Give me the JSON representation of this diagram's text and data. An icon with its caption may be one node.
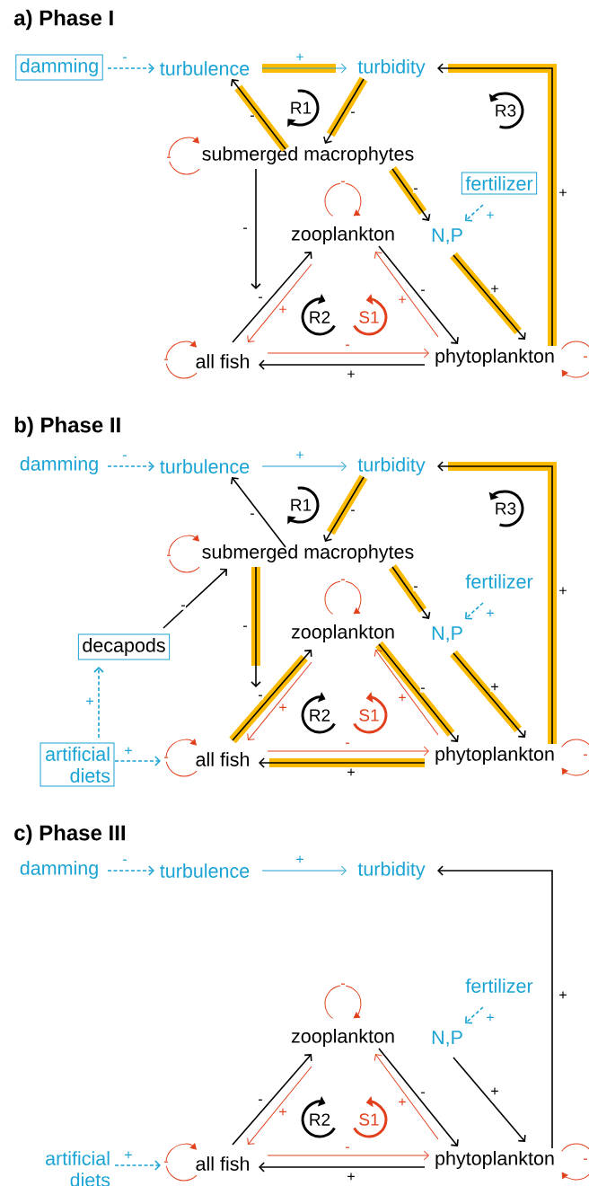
{
  "diagram": {
    "nodes": [
      {
        "text": [
          "damming"
        ]
      },
      {
        "text": [
          "turbulence"
        ]
      },
      {
        "text": [
          "turbidity"
        ]
      },
      {
        "text": [
          "submerged macrophytes"
        ]
      },
      {
        "text": [
          "fertilizer"
        ]
      },
      {
        "text": [
          "zooplankton"
        ]
      },
      {
        "text": [
          "N,P"
        ]
      },
      {
        "text": [
          "all fish"
        ]
      },
      {
        "text": [
          "phytoplankton"
        ]
      },
      {
        "text": [
          "damming"
        ]
      },
      {
        "text": [
          "turbulence"
        ]
      },
      {
        "text": [
          "turbidity"
        ]
      },
      {
        "text": [
          "submerged macrophytes"
        ]
      },
      {
        "text": [
          "fertilizer"
        ]
      },
      {
        "text": [
          "decapods"
        ]
      },
      {
        "text": [
          "zooplankton"
        ]
      },
      {
        "text": [
          "N,P"
        ]
      },
      {
        "text": [
          "artificial diets"
        ]
      },
      {
        "text": [
          "all fish"
        ]
      },
      {
        "text": [
          "phytoplankton"
        ]
      },
      {
        "text": [
          "damming"
        ]
      },
      {
        "text": [
          "turbulence"
        ]
      },
      {
        "text": [
          "turbidity"
        ]
      },
      {
        "text": [
          "fertilizer"
        ]
      },
      {
        "text": [
          "zooplankton"
        ]
      },
      {
        "text": [
          "N,P"
        ]
      },
      {
        "text": [
          "artificial diets"
        ]
      },
      {
        "text": [
          "all fish"
        ]
      },
      {
        "text": [
          "phytoplankton"
        ]
      }
    ],
    "edges": [
      {
        "from": 0,
        "to": 1,
        "arrow": "to",
        "label": "-",
        "style": "dashed",
        "color": "#1aa3d4"
      },
      {
        "from": 1,
        "to": 2,
        "arrow": "to",
        "label": "+",
        "color": "#1aa3d4"
      },
      {
        "from": 3,
        "to": 1,
        "arrow": "to",
        "label": "-"
      },
      {
        "from": 2,
        "to": 3,
        "arrow": "to",
        "label": "-"
      },
      {
        "from": 3,
        "to": null,
        "arrow": "to",
        "label": "-"
      },
      {
        "from": 3,
        "to": 6,
        "arrow": "to",
        "label": "-"
      },
      {
        "from": 4,
        "to": 6,
        "arrow": "to",
        "label": "+",
        "style": "dashed",
        "color": "#1aa3d4"
      },
      {
        "from": 6,
        "to": 8,
        "arrow": "to",
        "label": "+"
      },
      {
        "from": 8,
        "to": 2,
        "arrow": "to",
        "label": "+"
      },
      {
        "from": 7,
        "to": 5,
        "arrow": "to",
        "label": "-"
      },
      {
        "from": 5,
        "to": 7,
        "arrow": "to",
        "label": "+",
        "color": "#e2401c"
      },
      {
        "from": 5,
        "to": 8,
        "arrow": "to",
        "label": "-"
      },
      {
        "from": 8,
        "to": 5,
        "arrow": "to",
        "label": "+",
        "color": "#e2401c"
      },
      {
        "from": 7,
        "to": 8,
        "arrow": "to",
        "label": "-",
        "color": "#e2401c"
      },
      {
        "from": 8,
        "to": 7,
        "arrow": "to",
        "label": "+"
      },
      {
        "from": 3,
        "to": 3,
        "arrow": "to",
        "label": "-",
        "color": "#e2401c"
      },
      {
        "from": 5,
        "to": 5,
        "arrow": "to",
        "label": "-",
        "color": "#e2401c"
      },
      {
        "from": 7,
        "to": 7,
        "arrow": "to",
        "label": "-",
        "color": "#e2401c"
      },
      {
        "from": 8,
        "to": 8,
        "arrow": "to",
        "label": "-",
        "color": "#e2401c"
      },
      {
        "from": 9,
        "to": 10,
        "arrow": "to",
        "label": "-",
        "style": "dashed",
        "color": "#1aa3d4"
      },
      {
        "from": 10,
        "to": 11,
        "arrow": "to",
        "label": "+",
        "color": "#1aa3d4"
      },
      {
        "from": 12,
        "to": 10,
        "arrow": "to",
        "label": "-"
      },
      {
        "from": 11,
        "to": 12,
        "arrow": "to",
        "label": "-"
      },
      {
        "from": 12,
        "to": null,
        "arrow": "to",
        "label": "-"
      },
      {
        "from": 12,
        "to": 16,
        "arrow": "to",
        "label": "-"
      },
      {
        "from": 13,
        "to": 16,
        "arrow": "to",
        "label": "+",
        "style": "dashed",
        "color": "#1aa3d4"
      },
      {
        "from": 16,
        "to": 19,
        "arrow": "to",
        "label": "+"
      },
      {
        "from": 19,
        "to": 11,
        "arrow": "to",
        "label": "+"
      },
      {
        "from": 18,
        "to": 15,
        "arrow": "to",
        "label": "-"
      },
      {
        "from": 15,
        "to": 18,
        "arrow": "to",
        "label": "+",
        "color": "#e2401c"
      },
      {
        "from": 15,
        "to": 19,
        "arrow": "to",
        "label": "-"
      },
      {
        "from": 19,
        "to": 15,
        "arrow": "to",
        "label": "+",
        "color": "#e2401c"
      },
      {
        "from": 18,
        "to": 19,
        "arrow": "to",
        "label": "-",
        "color": "#e2401c"
      },
      {
        "from": 19,
        "to": 18,
        "arrow": "to",
        "label": "+"
      },
      {
        "from": 14,
        "to": 12,
        "arrow": "to",
        "label": "-"
      },
      {
        "from": 17,
        "to": 14,
        "arrow": "to",
        "label": "+",
        "style": "dashed",
        "color": "#1aa3d4"
      },
      {
        "from": 17,
        "to": 18,
        "arrow": "to",
        "label": "+",
        "style": "dashed",
        "color": "#1aa3d4"
      },
      {
        "from": 12,
        "to": 12,
        "arrow": "to",
        "label": "-",
        "color": "#e2401c"
      },
      {
        "from": 15,
        "to": 15,
        "arrow": "to",
        "label": "-",
        "color": "#e2401c"
      },
      {
        "from": 18,
        "to": 18,
        "arrow": "to",
        "label": "-",
        "color": "#e2401c"
      },
      {
        "from": 19,
        "to": 19,
        "arrow": "to",
        "label": "-",
        "color": "#e2401c"
      },
      {
        "from": 20,
        "to": 21,
        "arrow": "to",
        "label": "-",
        "style": "dashed",
        "color": "#1aa3d4"
      },
      {
        "from": 21,
        "to": 22,
        "arrow": "to",
        "label": "+",
        "color": "#1aa3d4"
      },
      {
        "from": 23,
        "to": 25,
        "arrow": "to",
        "label": "+",
        "style": "dashed",
        "color": "#1aa3d4"
      },
      {
        "from": 25,
        "to": 28,
        "arrow": "to",
        "label": "+"
      },
      {
        "from": 28,
        "to": 22,
        "arrow": "to",
        "label": "+"
      },
      {
        "from": 27,
        "to": 24,
        "arrow": "to",
        "label": "-"
      },
      {
        "from": 24,
        "to": 27,
        "arrow": "to",
        "label": "+",
        "color": "#e2401c"
      },
      {
        "from": 24,
        "to": 28,
        "arrow": "to",
        "label": "-"
      },
      {
        "from": 28,
        "to": 24,
        "arrow": "to",
        "label": "+",
        "color": "#e2401c"
      },
      {
        "from": 27,
        "to": 28,
        "arrow": "to",
        "label": "-",
        "color": "#e2401c"
      },
      {
        "from": 28,
        "to": 27,
        "arrow": "to",
        "label": "+"
      },
      {
        "from": 26,
        "to": 27,
        "arrow": "to",
        "label": "+",
        "style": "dashed",
        "color": "#1aa3d4"
      },
      {
        "from": 24,
        "to": 24,
        "arrow": "to",
        "label": "-",
        "color": "#e2401c"
      },
      {
        "from": 27,
        "to": 27,
        "arrow": "to",
        "label": "-",
        "color": "#e2401c"
      },
      {
        "from": 28,
        "to": 28,
        "arrow": "to",
        "label": "-",
        "color": "#e2401c"
      }
    ],
    "labels": [
      "a) Phase I",
      "R1",
      "R3",
      "R2",
      "S1",
      "b) Phase II",
      "R1",
      "R3",
      "R2",
      "S1",
      "c) Phase III",
      "R2",
      "S1"
    ]
  }
}
